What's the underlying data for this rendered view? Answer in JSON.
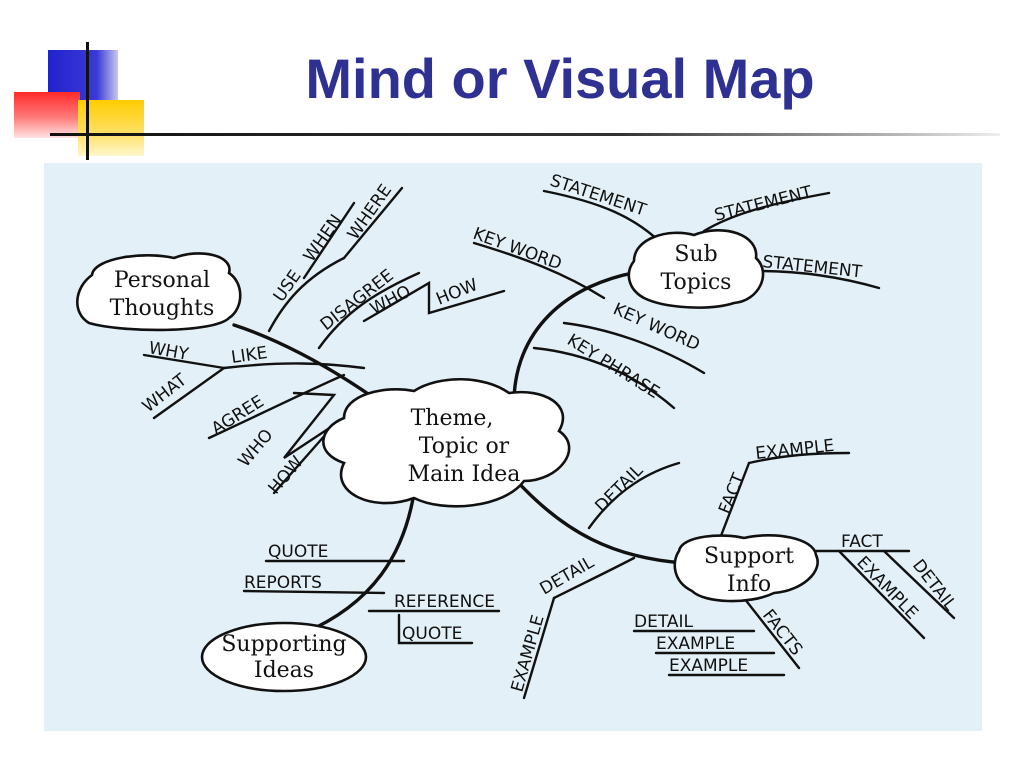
{
  "slide": {
    "title": "Mind or Visual Map"
  },
  "map": {
    "center": [
      "Theme,",
      "Topic or",
      "Main Idea"
    ],
    "personal": [
      "Personal",
      "Thoughts"
    ],
    "subtopics": [
      "Sub",
      "Topics"
    ],
    "support_info": [
      "Support",
      "Info"
    ],
    "supporting_ideas": [
      "Supporting",
      "Ideas"
    ],
    "personal_branch": {
      "use": "USE",
      "when": "WHEN",
      "where": "WHERE",
      "disagree": "DISAGREE",
      "who": "WHO",
      "how": "HOW",
      "like": "LIKE",
      "why": "WHY",
      "what": "WHAT",
      "agree": "AGREE",
      "agree_who": "WHO",
      "agree_how": "HOW"
    },
    "subtopic_branch": {
      "statement1": "STATEMENT",
      "statement2": "STATEMENT",
      "statement3": "STATEMENT",
      "keyword1": "KEY WORD",
      "keyword2": "KEY WORD",
      "keyphrase": "KEY PHRASE"
    },
    "support_branch": {
      "detail_top": "DETAIL",
      "fact_top": "FACT",
      "example_top": "EXAMPLE",
      "fact_right": "FACT",
      "example_right": "EXAMPLE",
      "detail_right": "DETAIL",
      "facts": "FACTS",
      "detail_low": "DETAIL",
      "example_low1": "EXAMPLE",
      "example_low2": "EXAMPLE",
      "detail_mid": "DETAIL",
      "example_mid": "EXAMPLE"
    },
    "ideas_branch": {
      "quote1": "QUOTE",
      "reports": "REPORTS",
      "reference": "REFERENCE",
      "quote2": "QUOTE"
    }
  }
}
